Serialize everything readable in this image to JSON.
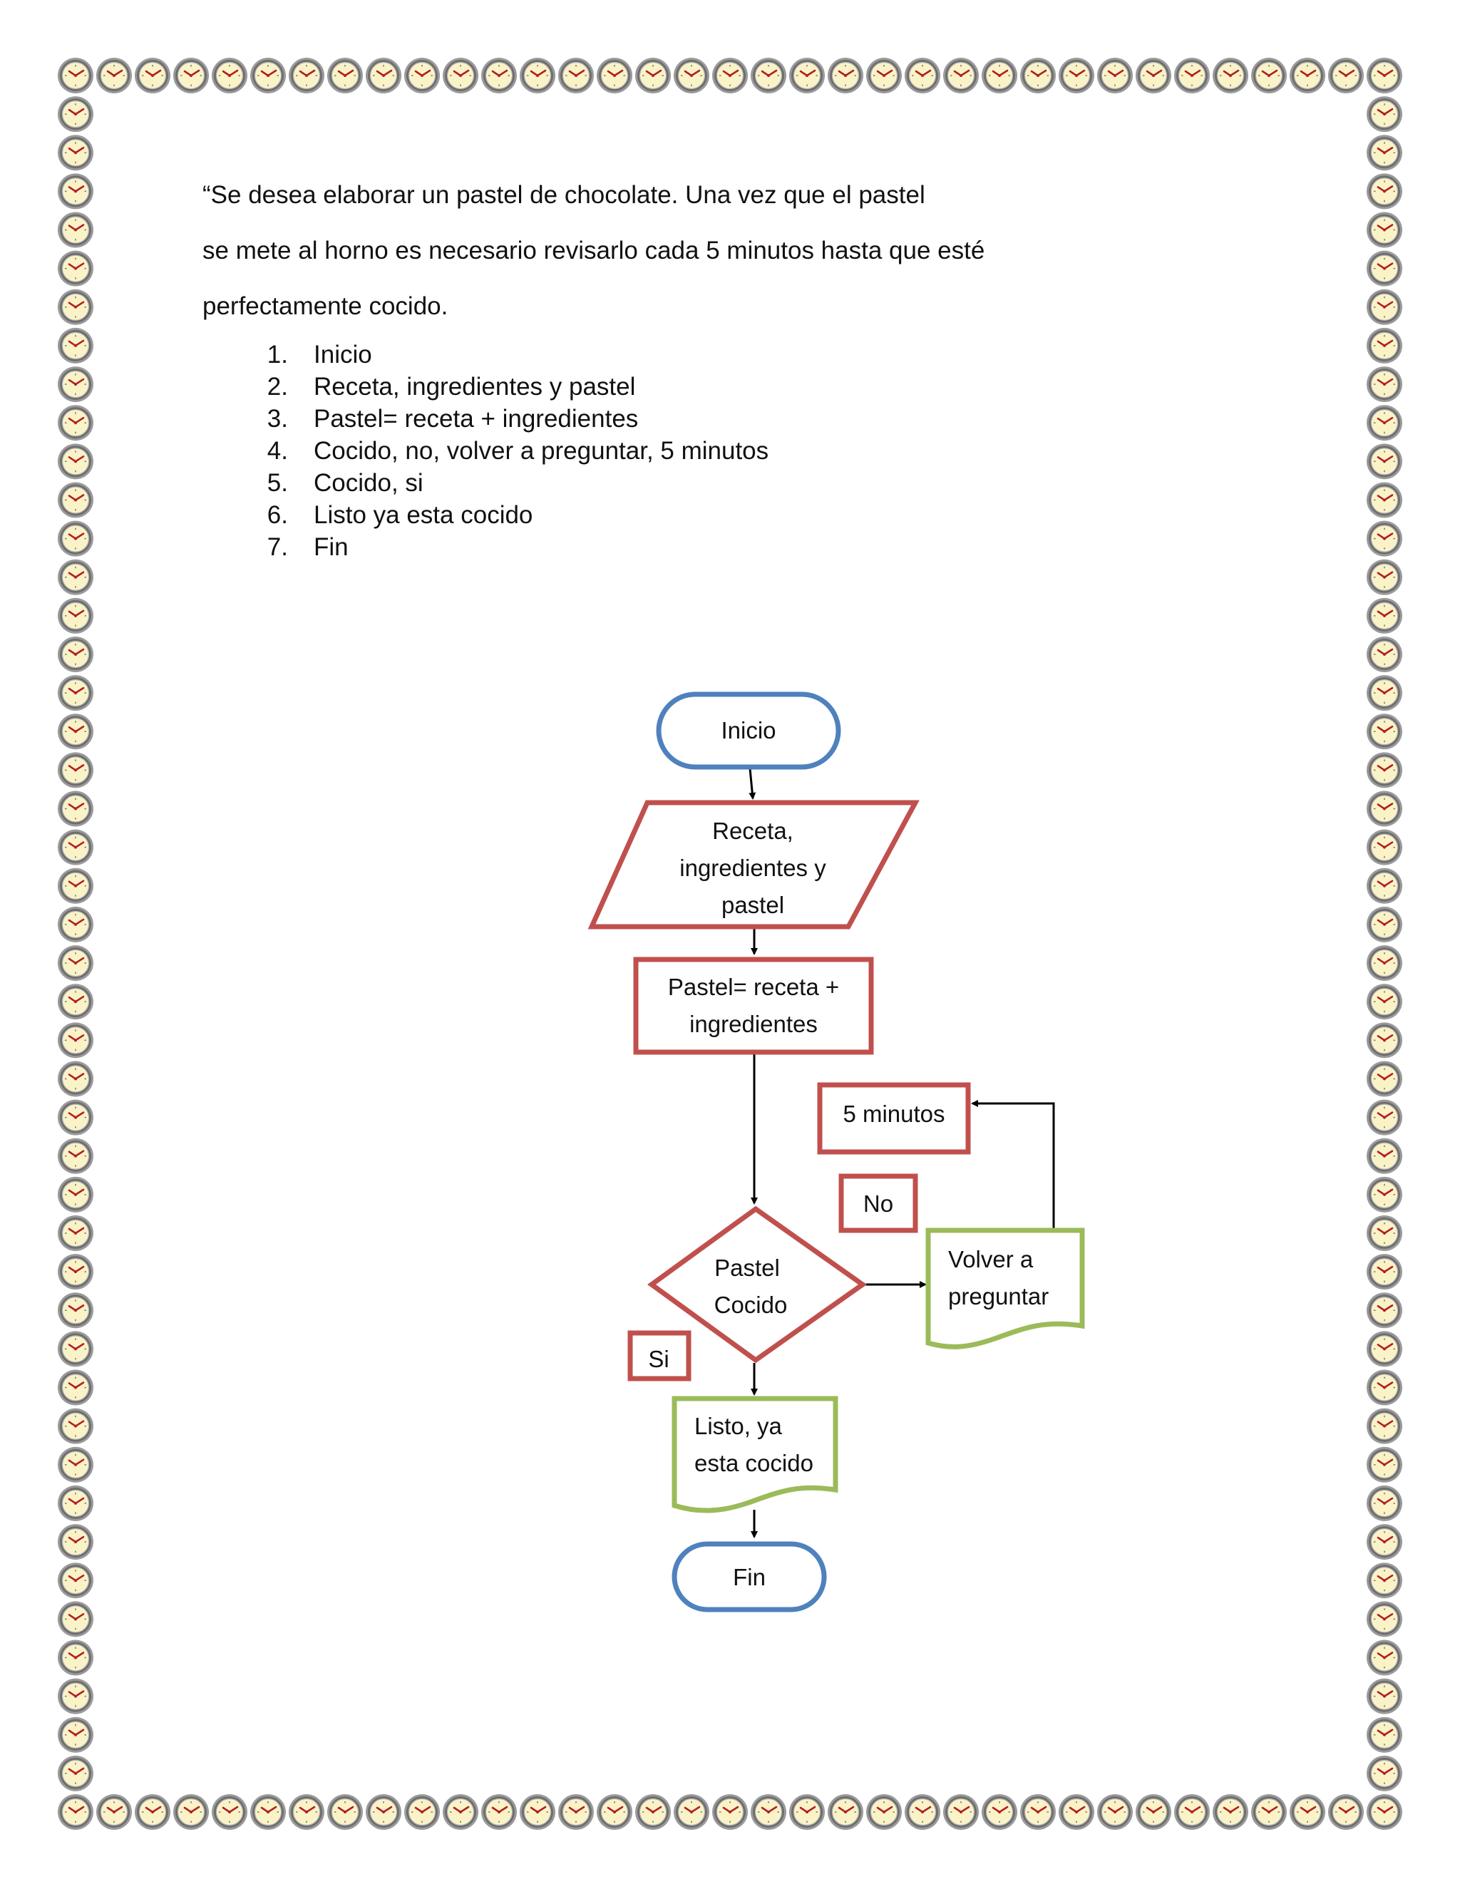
{
  "intro": [
    "“Se desea elaborar un pastel de chocolate. Una vez que el pastel",
    "se mete al horno es necesario revisarlo cada 5 minutos hasta que esté",
    "perfectamente cocido."
  ],
  "steps": [
    {
      "num": "1.",
      "text": "Inicio"
    },
    {
      "num": "2.",
      "text": "Receta, ingredientes y pastel"
    },
    {
      "num": "3.",
      "text": "Pastel= receta + ingredientes"
    },
    {
      "num": "4.",
      "text": "Cocido, no, volver a preguntar, 5 minutos"
    },
    {
      "num": "5.",
      "text": "Cocido, si"
    },
    {
      "num": "6.",
      "text": "Listo ya esta cocido"
    },
    {
      "num": "7.",
      "text": "Fin"
    }
  ],
  "flowchart": {
    "start": "Inicio",
    "input_lines": [
      "Receta,",
      "ingredientes y",
      "pastel"
    ],
    "process_lines": [
      "Pastel= receta +",
      "ingredientes"
    ],
    "decision_lines": [
      "Pastel",
      "Cocido"
    ],
    "wait": "5 minutos",
    "no_label": "No",
    "yes_label": "Si",
    "retry_lines": [
      "Volver a",
      "preguntar"
    ],
    "done_lines": [
      "Listo, ya",
      "esta cocido"
    ],
    "end": "Fin"
  },
  "colors": {
    "terminal": "#4f81bd",
    "process": "#c0504d",
    "document": "#9bbb59",
    "clock_face": "#fbf3c8",
    "clock_ring": "#8a8a8a"
  },
  "icons": {
    "border": "clock-icon"
  }
}
